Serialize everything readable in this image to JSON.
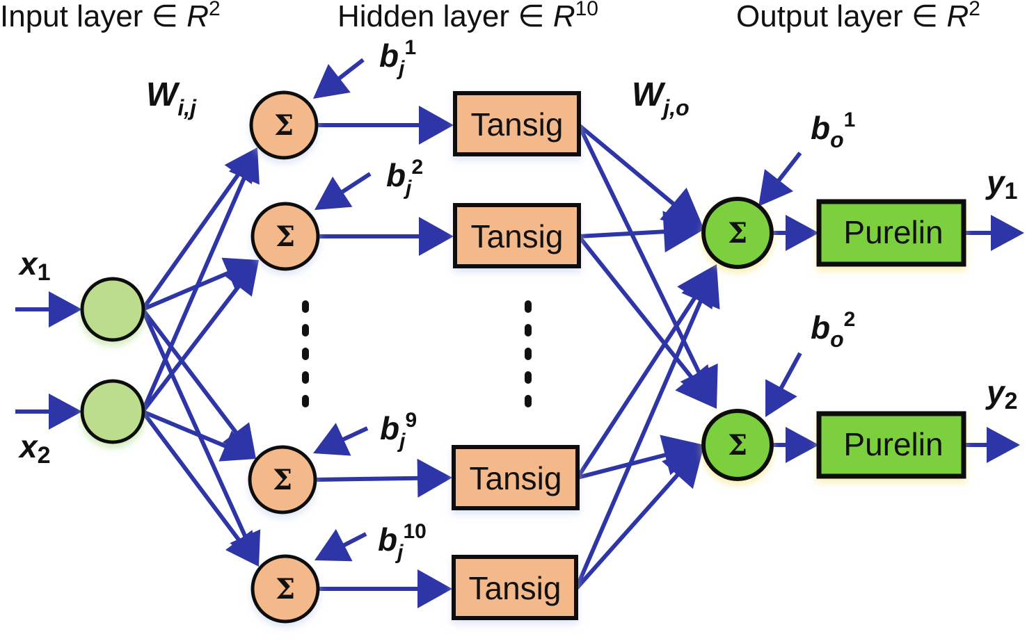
{
  "headers": {
    "input": {
      "text": "Input layer ∈ ",
      "space": "R",
      "dim": "2"
    },
    "hidden": {
      "text": "Hidden layer ∈ ",
      "space": "R",
      "dim": "10"
    },
    "output": {
      "text": "Output layer ∈ ",
      "space": "R",
      "dim": "2"
    }
  },
  "weights": {
    "input_hidden": {
      "symbol": "W",
      "sub": "i,j"
    },
    "hidden_output": {
      "symbol": "W",
      "sub": "j,o"
    }
  },
  "inputs": [
    {
      "symbol": "x",
      "sub": "1"
    },
    {
      "symbol": "x",
      "sub": "2"
    }
  ],
  "hidden_neurons": [
    {
      "sum_symbol": "Σ",
      "activation": "Tansig",
      "bias": {
        "symbol": "b",
        "sub": "j",
        "sup": "1"
      }
    },
    {
      "sum_symbol": "Σ",
      "activation": "Tansig",
      "bias": {
        "symbol": "b",
        "sub": "j",
        "sup": "2"
      }
    },
    {
      "sum_symbol": "Σ",
      "activation": "Tansig",
      "bias": {
        "symbol": "b",
        "sub": "j",
        "sup": "9"
      }
    },
    {
      "sum_symbol": "Σ",
      "activation": "Tansig",
      "bias": {
        "symbol": "b",
        "sub": "j",
        "sup": "10"
      }
    }
  ],
  "output_neurons": [
    {
      "sum_symbol": "Σ",
      "activation": "Purelin",
      "bias": {
        "symbol": "b",
        "sub": "o",
        "sup": "1"
      },
      "output": {
        "symbol": "y",
        "sub": "1"
      }
    },
    {
      "sum_symbol": "Σ",
      "activation": "Purelin",
      "bias": {
        "symbol": "b",
        "sub": "o",
        "sup": "2"
      },
      "output": {
        "symbol": "y",
        "sub": "2"
      }
    }
  ],
  "colors": {
    "arrow": "#2e35a6",
    "input_node": "#bcdc8e",
    "hidden_node": "#f4b98a",
    "output_node": "#7ccf3e",
    "stroke": "#111111"
  }
}
